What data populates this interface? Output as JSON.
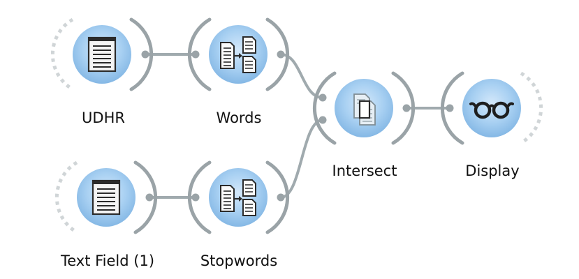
{
  "canvas": {
    "background": "#ffffff",
    "node_fill": "#9cc8ee",
    "link_color": "#a0aaae"
  },
  "nodes": {
    "udhr": {
      "label": "UDHR",
      "icon": "text-field-icon"
    },
    "words": {
      "label": "Words",
      "icon": "word-transform-icon"
    },
    "text_field": {
      "label": "Text Field (1)",
      "icon": "text-field-icon"
    },
    "stopwords": {
      "label": "Stopwords",
      "icon": "word-transform-icon"
    },
    "intersect": {
      "label": "Intersect",
      "icon": "intersect-icon"
    },
    "display": {
      "label": "Display",
      "icon": "glasses-icon"
    }
  }
}
